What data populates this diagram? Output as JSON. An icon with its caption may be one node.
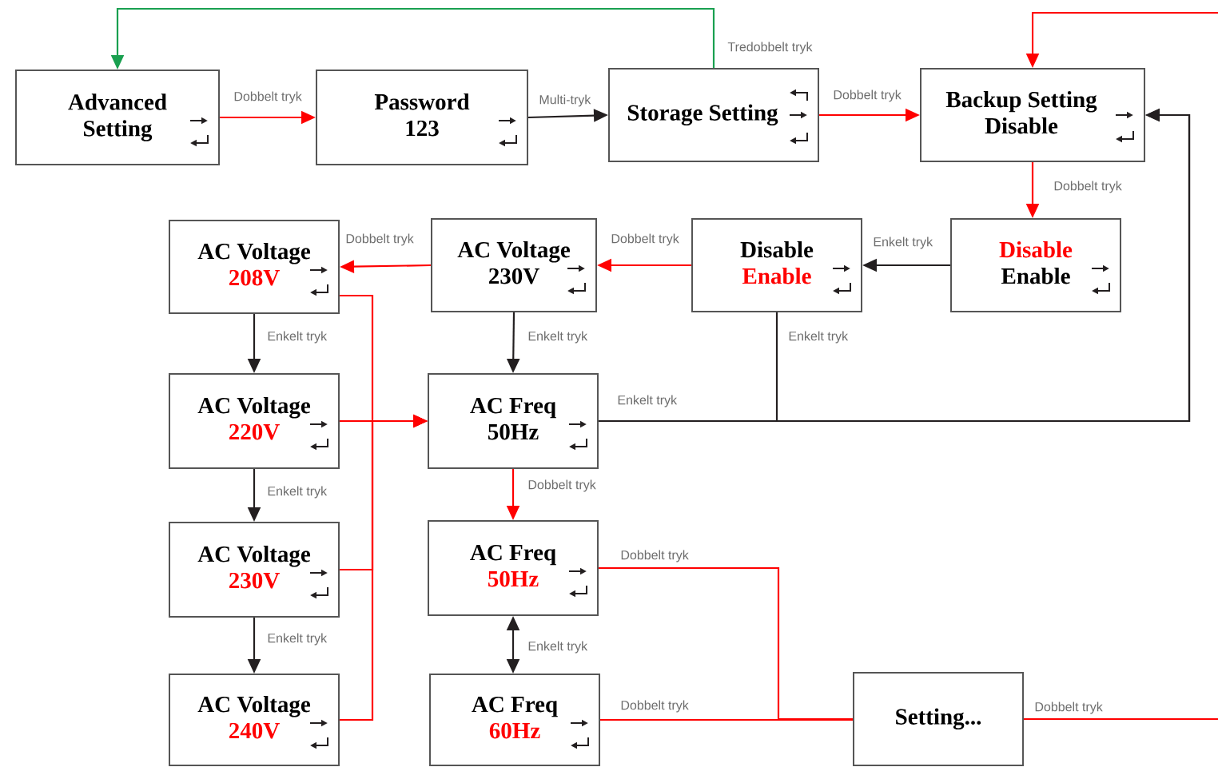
{
  "diagram": {
    "nodes": [
      {
        "text": [
          "Advanced Setting"
        ]
      },
      {
        "text": [
          "Password",
          "123"
        ]
      },
      {
        "text": [
          "Storage Setting"
        ]
      },
      {
        "text": [
          "Backup Setting",
          "Disable"
        ]
      },
      {
        "text": [
          "AC Voltage",
          "208V"
        ]
      },
      {
        "text": [
          "AC Voltage",
          "230V"
        ]
      },
      {
        "text": [
          "Disable",
          "Enable"
        ]
      },
      {
        "text": [
          "Disable",
          "Enable"
        ]
      },
      {
        "text": [
          "AC Voltage",
          "220V"
        ]
      },
      {
        "text": [
          "AC Freq",
          "50Hz"
        ]
      },
      {
        "text": [
          "AC Voltage",
          "230V"
        ]
      },
      {
        "text": [
          "AC Freq",
          "50Hz"
        ]
      },
      {
        "text": [
          "AC Voltage",
          "240V"
        ]
      },
      {
        "text": [
          "AC Freq",
          "60Hz"
        ]
      },
      {
        "text": [
          "Setting..."
        ]
      }
    ],
    "edges": [
      {
        "from": 2,
        "to": 0,
        "arrow": "to",
        "label": "Tredobbelt tryk",
        "color": "#1aa050"
      },
      {
        "from": 0,
        "to": 1,
        "arrow": "to",
        "label": "Dobbelt tryk",
        "color": "#ff0000"
      },
      {
        "from": 1,
        "to": 2,
        "arrow": "to",
        "label": "Multi-tryk",
        "color": "#231f20"
      },
      {
        "from": 2,
        "to": 3,
        "arrow": "to",
        "label": "Dobbelt tryk",
        "color": "#ff0000"
      },
      {
        "from": null,
        "to": 3,
        "arrow": "to",
        "color": "#ff0000"
      },
      {
        "from": 3,
        "to": 7,
        "arrow": "to",
        "label": "Dobbelt tryk",
        "color": "#ff0000"
      },
      {
        "from": 7,
        "to": 6,
        "arrow": "to",
        "label": "Enkelt tryk",
        "color": "#231f20"
      },
      {
        "from": 6,
        "to": 5,
        "arrow": "to",
        "label": "Dobbelt tryk",
        "color": "#ff0000"
      },
      {
        "from": 5,
        "to": 4,
        "arrow": "to",
        "label": "Dobbelt tryk",
        "color": "#ff0000"
      },
      {
        "from": 4,
        "to": 8,
        "arrow": "to",
        "label": "Enkelt tryk",
        "color": "#231f20"
      },
      {
        "from": 5,
        "to": 9,
        "arrow": "to",
        "label": "Enkelt tryk",
        "color": "#231f20"
      },
      {
        "from": 8,
        "to": 10,
        "arrow": "to",
        "label": "Enkelt tryk",
        "color": "#231f20"
      },
      {
        "from": 10,
        "to": 12,
        "arrow": "to",
        "label": "Enkelt tryk",
        "color": "#231f20"
      },
      {
        "from": 4,
        "to": 9,
        "arrow": "to",
        "color": "#ff0000"
      },
      {
        "from": 8,
        "to": 9,
        "arrow": "to",
        "color": "#ff0000"
      },
      {
        "from": 10,
        "to": 9,
        "arrow": "to",
        "color": "#ff0000"
      },
      {
        "from": 12,
        "to": 9,
        "arrow": "to",
        "color": "#ff0000"
      },
      {
        "from": 9,
        "to": 11,
        "arrow": "to",
        "label": "Dobbelt tryk",
        "color": "#ff0000"
      },
      {
        "from": 11,
        "to": 13,
        "arrow": "both",
        "label": "Enkelt tryk",
        "color": "#231f20"
      },
      {
        "from": 9,
        "to": 3,
        "arrow": "to",
        "label": "Enkelt tryk",
        "color": "#231f20"
      },
      {
        "from": 6,
        "to": 3,
        "arrow": "to",
        "label": "Enkelt tryk",
        "color": "#231f20"
      },
      {
        "from": 11,
        "to": 14,
        "arrow": "none",
        "label": "Dobbelt tryk",
        "color": "#ff0000"
      },
      {
        "from": 13,
        "to": 14,
        "arrow": "none",
        "label": "Dobbelt tryk",
        "color": "#ff0000"
      },
      {
        "from": 14,
        "to": null,
        "arrow": "none",
        "label": "Dobbelt tryk",
        "color": "#ff0000"
      }
    ]
  }
}
